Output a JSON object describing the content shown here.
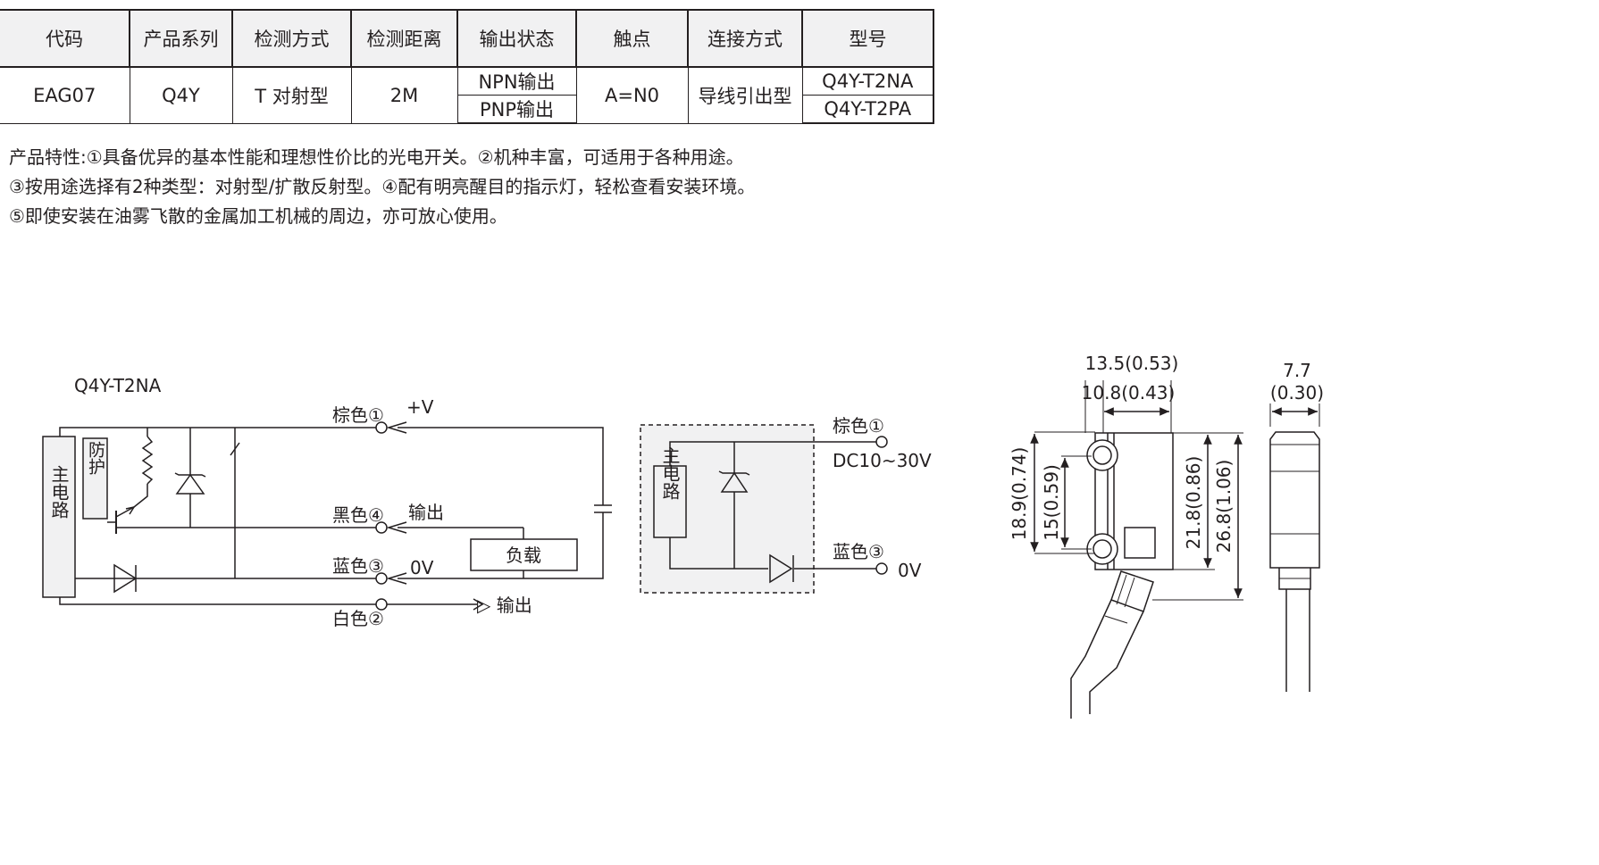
{
  "table": {
    "headers": [
      "代码",
      "产品系列",
      "检测方式",
      "检测距离",
      "输出状态",
      "触点",
      "连接方式",
      "型号"
    ],
    "code": "EAG07",
    "series": "Q4Y",
    "detection_method": "T 对射型",
    "distance": "2M",
    "output_npn": "NPN输出",
    "output_pnp": "PNP输出",
    "contact": "A=N0",
    "connection": "导线引出型",
    "model_npn": "Q4Y-T2NA",
    "model_pnp": "Q4Y-T2PA"
  },
  "features": [
    "产品特性:①具备优异的基本性能和理想性价比的光电开关。②机种丰富，可适用于各种用途。",
    "③按用途选择有2种类型：对射型/扩散反射型。④配有明亮醒目的指示灯，轻松查看安装环境。",
    "⑤即使安装在油雾飞散的金属加工机械的周边，亦可放心使用。"
  ],
  "circuit1": {
    "title": "Q4Y-T2NA",
    "main_circuit": "主电路",
    "protection": "防护",
    "brown": "棕色①",
    "plus_v": "+V",
    "black": "黑色④",
    "output": "输出",
    "load": "负载",
    "blue": "蓝色③",
    "zero_v": "0V",
    "white": "白色②",
    "white_output": "▷ 输出"
  },
  "circuit2": {
    "main_circuit": "主电路",
    "brown": "棕色①",
    "voltage": "DC10~30V",
    "blue": "蓝色③",
    "zero_v": "0V"
  },
  "dimensions": {
    "width_outer": "13.5(0.53)",
    "width_inner": "10.8(0.43)",
    "depth_value": "7.7",
    "depth_inch": "(0.30)",
    "h1": "18.9(0.74)",
    "h2": "15(0.59)",
    "h3": "21.8(0.86)",
    "h4": "26.8(1.06)"
  }
}
